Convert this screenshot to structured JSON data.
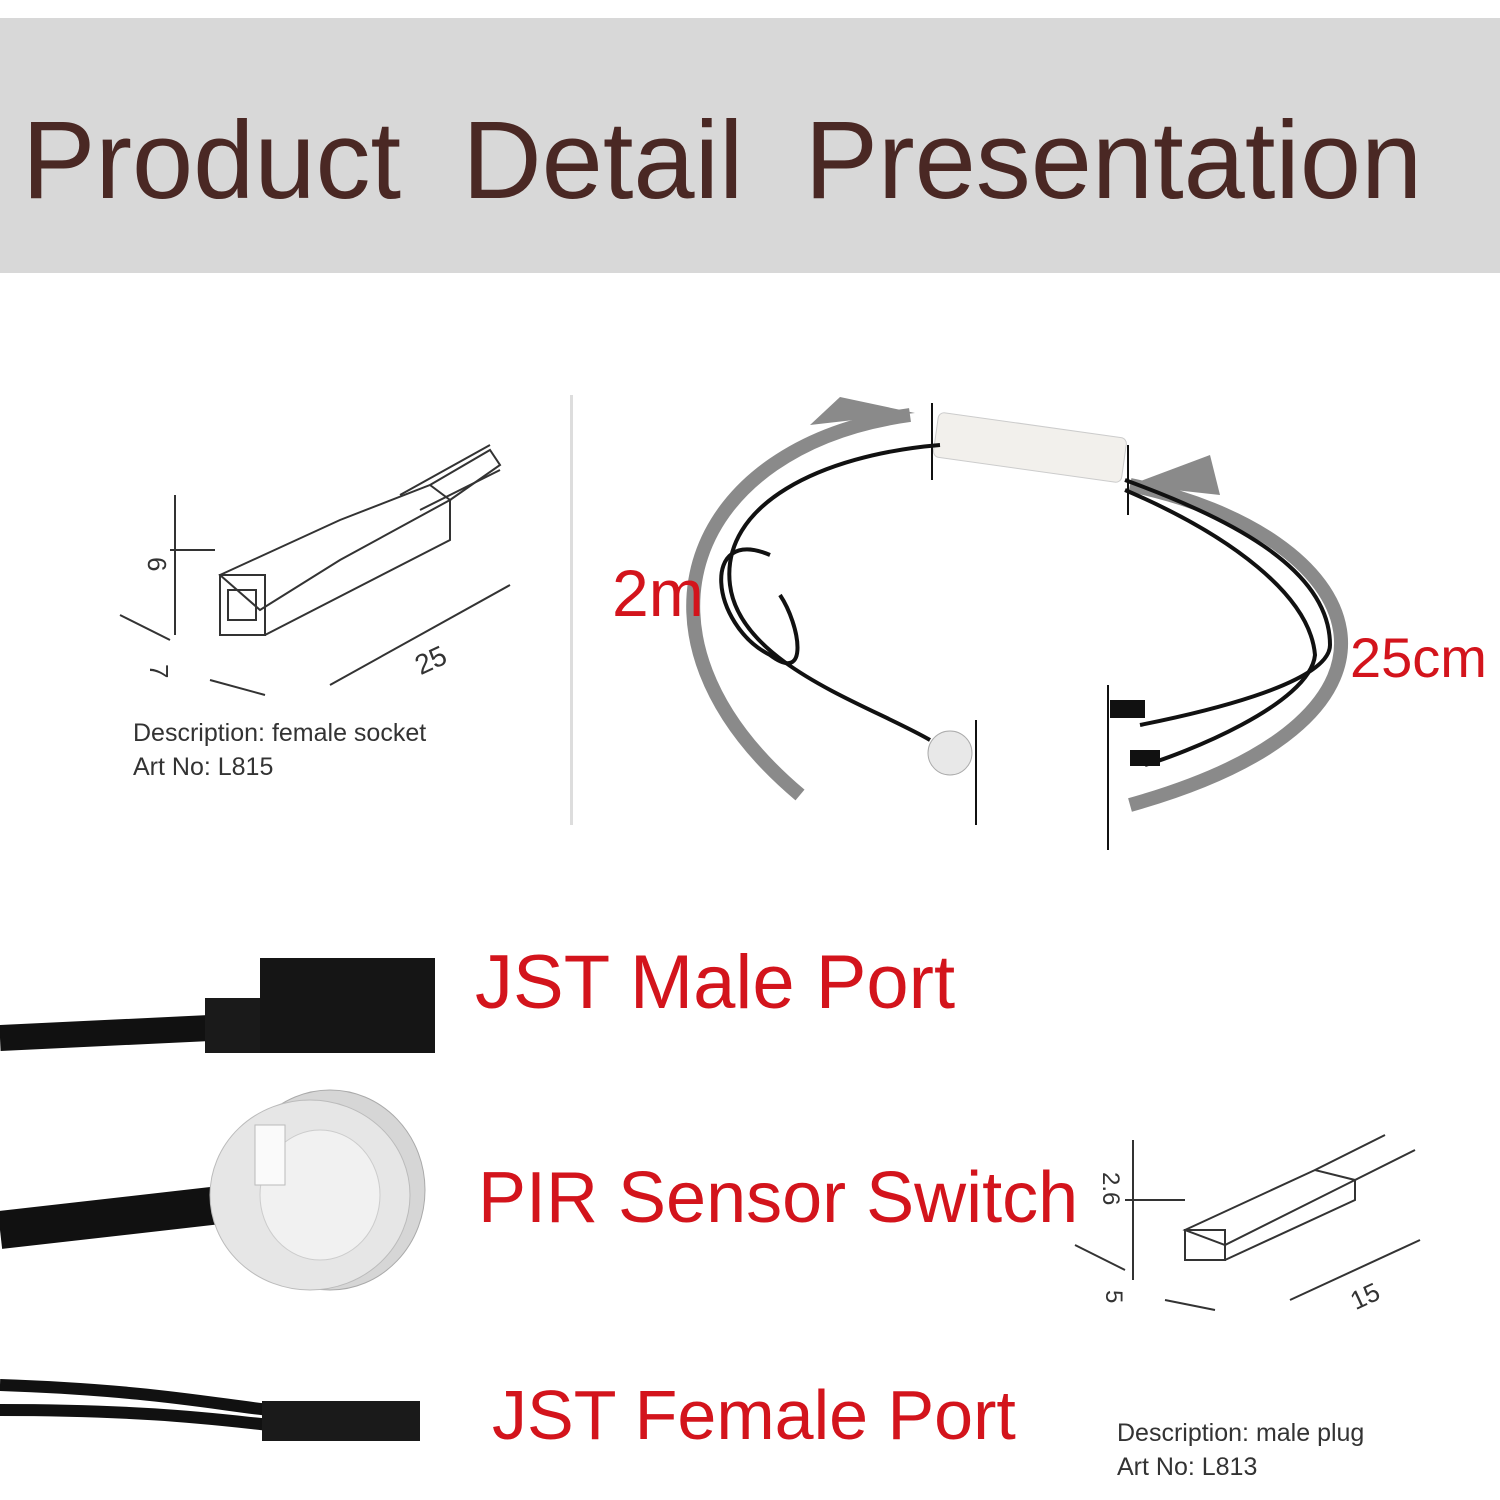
{
  "header": {
    "title": "Product  Detail  Presentation"
  },
  "female_socket": {
    "dimensions": [
      "6",
      "7",
      "25"
    ],
    "description": "Description: female socket",
    "art_no": "Art No: L815"
  },
  "overview": {
    "cable_length": "2m",
    "lead_length": "25cm"
  },
  "parts": [
    {
      "label": "JST Male Port"
    },
    {
      "label": "PIR Sensor Switch"
    },
    {
      "label": "JST Female Port"
    }
  ],
  "male_plug": {
    "dimensions": [
      "2.6",
      "5",
      "15"
    ],
    "description": "Description: male plug",
    "art_no": "Art No: L813"
  },
  "colors": {
    "title": "#4a2824",
    "label_red": "#d3141c",
    "header_bg": "#d8d8d8"
  }
}
